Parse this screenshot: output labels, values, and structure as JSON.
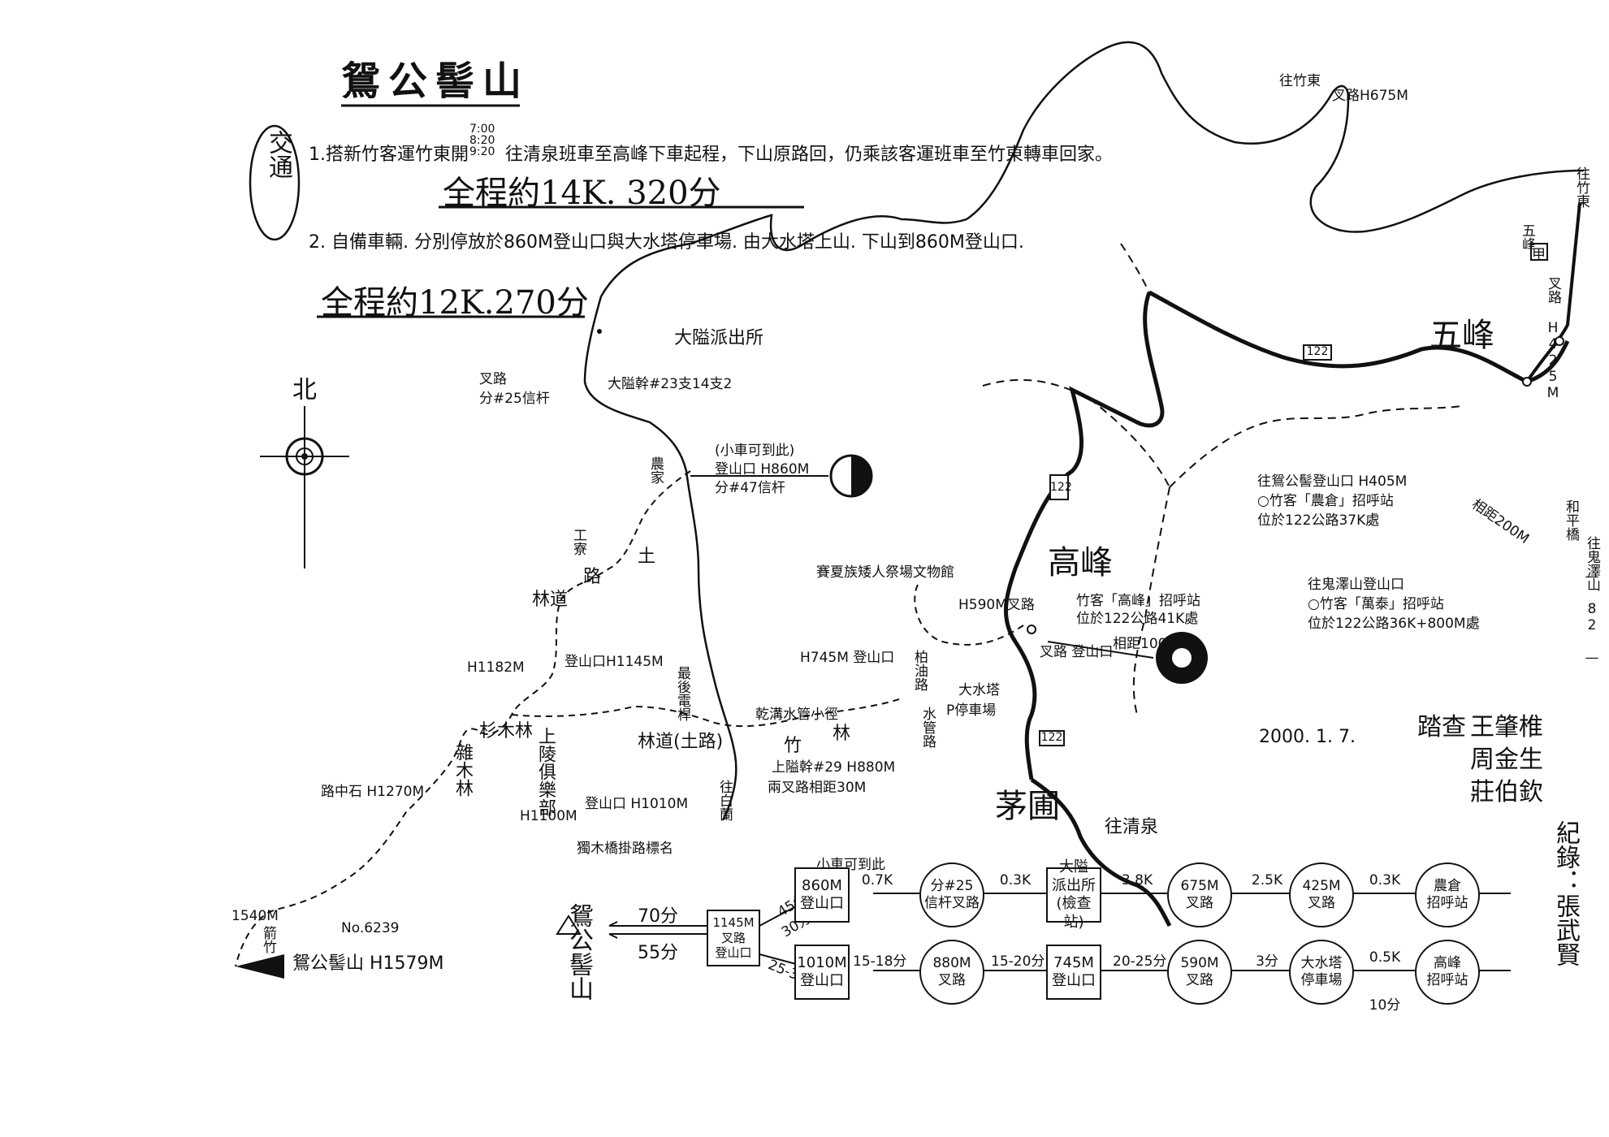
{
  "title": "鴛公髻山",
  "transport": {
    "label": "交通",
    "line1": {
      "prefix": "1.搭新竹客運竹東開",
      "times": [
        "7:00",
        "8:20",
        "9:20"
      ],
      "suffix": "往清泉班車至高峰下車起程，下山原路回，仍乘該客運班車至竹東轉車回家。"
    },
    "total1": "全程約14K. 320分",
    "line2": "2. 自備車輛. 分別停放於860M登山口與大水塔停車場. 由大水塔上山. 下山到860M登山口.",
    "total2": "全程約12K.270分"
  },
  "north": "北",
  "map_labels": {
    "police": "大隘派出所",
    "junction_25_a": "叉路",
    "junction_25_b": "分#25信杆",
    "daai_pole": "大隘幹#23支14支2",
    "trailhead_860_a": "(小車可到此)",
    "trailhead_860_b": "登山口 H860M",
    "trailhead_860_c": "分#47信杆",
    "farm": "農家",
    "work_road": "工寮",
    "forest_road": "林道",
    "road": "路",
    "soil": "土",
    "h1182": "H1182M",
    "trailhead_1145": "登山口H1145M",
    "h1100": "H1100M",
    "h1010": "登山口 H1010M",
    "h1010_note": "獨木橋掛路標名",
    "club": "上陵俱樂部",
    "cedar": "杉木林",
    "peak_route": "最後電桿",
    "forest_dirt": "林道(土路)",
    "bamboo": "竹",
    "forest": "林",
    "to_baiyi": "往白蘭",
    "h745": "H745M 登山口",
    "pipe_road": "乾溝水管小徑",
    "pole29": "上隘幹#29 H880M",
    "junction_30": "兩叉路相距30M",
    "tribe_museum": "賽夏族矮人祭場文物館",
    "h590": "H590M叉路",
    "water_tower": "大水塔",
    "parking": "P停車場",
    "oil_road": "柏油路",
    "tube_road": "水管路",
    "junction_cong": "叉路 登山口",
    "dist100": "相距100M",
    "gaofeng": "高峰",
    "gaofeng_stop_a": "竹客「高峰」招呼站",
    "gaofeng_stop_b": "位於122公路41K處",
    "maoyuan": "茅圃",
    "to_qingquan": "往清泉",
    "wufeng": "五峰",
    "wufeng_jia": "五峰",
    "jia": "甲",
    "to_zhudong_top": "往竹東",
    "junction_675": "叉路H675M",
    "to_zhudong_right": "往竹東",
    "junction_425": "叉路 H425M",
    "road122": "122",
    "stop_nongcang_a": "往鴛公髻登山口 H405M",
    "stop_nongcang_b": "○竹客「農倉」招呼站",
    "stop_nongcang_c": "位於122公路37K處",
    "dist200": "相距200M",
    "stop_guitan_a": "往鬼澤山登山口",
    "stop_guitan_b": "○竹客「萬泰」招呼站",
    "stop_guitan_c": "位於122公路36K+800M處",
    "heping_bridge": "和平橋",
    "to_guitan": "往鬼澤山",
    "h1540": "1540M",
    "bamboo_b": "箭竹",
    "triangle_no": "No.6239",
    "peak_1579": "鴛公髻山 H1579M",
    "mixed_forest": "雜木林",
    "stone_road": "路中石 H1270M",
    "date": "2000. 1. 7.",
    "survey_label": "踏查",
    "surveyors": [
      "王肇椎",
      "周金生",
      "莊伯欽"
    ],
    "recorder": "紀錄：張武賢",
    "page_no": "— 82 —"
  },
  "flow": {
    "peak": "鴛公髻山",
    "t_top": "70分",
    "t_bottom": "55分",
    "junction": [
      "1145M",
      "叉路",
      "登山口"
    ],
    "seg_up_a": "45分",
    "seg_up_b": "30分",
    "seg_down": "25-30分",
    "top_note": "小車可到此",
    "top_row": [
      {
        "kind": "box",
        "lines": [
          "860M",
          "登山口"
        ]
      },
      {
        "kind": "dist",
        "text": "0.7K"
      },
      {
        "kind": "circle",
        "lines": [
          "分#25",
          "信杆叉路"
        ]
      },
      {
        "kind": "dist",
        "text": "0.3K"
      },
      {
        "kind": "box",
        "lines": [
          "大隘",
          "派出所",
          "(檢查站)"
        ]
      },
      {
        "kind": "dist",
        "text": "3.8K"
      },
      {
        "kind": "circle",
        "lines": [
          "675M",
          "叉路"
        ]
      },
      {
        "kind": "dist",
        "text": "2.5K"
      },
      {
        "kind": "circle",
        "lines": [
          "425M",
          "叉路"
        ]
      },
      {
        "kind": "dist",
        "text": "0.3K"
      },
      {
        "kind": "circle",
        "lines": [
          "農倉",
          "招呼站"
        ]
      }
    ],
    "bottom_row": [
      {
        "kind": "box",
        "lines": [
          "1010M",
          "登山口"
        ]
      },
      {
        "kind": "dist",
        "text": "15-18分"
      },
      {
        "kind": "circle",
        "lines": [
          "880M",
          "叉路"
        ]
      },
      {
        "kind": "dist",
        "text": "15-20分"
      },
      {
        "kind": "box",
        "lines": [
          "745M",
          "登山口"
        ]
      },
      {
        "kind": "dist",
        "text": "20-25分"
      },
      {
        "kind": "circle",
        "lines": [
          "590M",
          "叉路"
        ]
      },
      {
        "kind": "dist",
        "text": "3分"
      },
      {
        "kind": "circle",
        "lines": [
          "大水塔",
          "停車場"
        ]
      },
      {
        "kind": "dist",
        "text": "0.5K",
        "sub": "10分"
      },
      {
        "kind": "circle",
        "lines": [
          "高峰",
          "招呼站"
        ]
      }
    ]
  }
}
